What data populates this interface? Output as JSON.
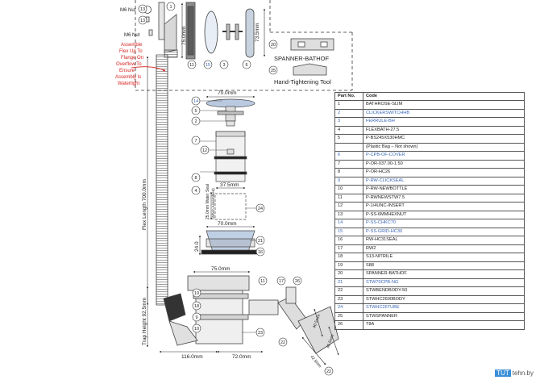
{
  "labels": {
    "m6_nut_a": "M6 Nut",
    "m6_nut_b": "M6 Nut",
    "dim_75_a": "75.0mm",
    "dim_75_b": "73.5mm",
    "assemble_note": [
      "Assemble",
      "Flex Up To",
      "Flange On",
      "Overflow To",
      "Ensure",
      "Assembly Is",
      "Watertight"
    ],
    "spanner": "SPANNER-BATHOF",
    "hand_tool": "Hand-Tightening Tool",
    "dim_70_top": "70.0mm",
    "dim_37_5": "37.5mm",
    "water_seal": "25.0mm Water Seal",
    "water_seal_sub": "(When Assembled)",
    "dim_70_mid": "70.0mm",
    "dim_24": "24.0",
    "dim_75_c": "75.0mm",
    "flex_length": "Flex Length 700.0mm",
    "trap_height": "Trap Height 92.5mm",
    "dim_116": "116.0mm",
    "dim_72": "72.0mm",
    "dim_40_5": "40.5mm",
    "dim_46_5": "46.5mm",
    "dim_42_5": "42.5mm"
  },
  "callouts": {
    "n13": "13",
    "n1": "1",
    "n11a": "11",
    "n15": "15",
    "n3": "3",
    "n6": "6",
    "n20": "20",
    "n25": "25",
    "n14": "14",
    "n5": "5",
    "n2": "2",
    "n7": "7",
    "n12": "12",
    "n8": "8",
    "n4": "4",
    "n24": "24",
    "n21": "21",
    "n16": "16",
    "n11b": "11",
    "n17": "17",
    "n26": "26",
    "n19": "19",
    "n18": "18",
    "n9": "9",
    "n10": "10",
    "n23": "23",
    "n22a": "22",
    "n22b": "22"
  },
  "parts": {
    "header": {
      "part_no": "Part No.",
      "code": "Code"
    },
    "rows": [
      {
        "no": "1",
        "code": "BATHROSE-SLIM",
        "blue": false
      },
      {
        "no": "2",
        "code": "CLICKERSWITCHHB",
        "blue": true
      },
      {
        "no": "3",
        "code": "FERRULE-BH",
        "blue": true
      },
      {
        "no": "4",
        "code": "FLEXBATH-27.5",
        "blue": false
      },
      {
        "no": "5",
        "code": "P-BS245X530HMC",
        "blue": false
      },
      {
        "no": "",
        "code": "(Plastic Bag – Not shown)",
        "blue": false
      },
      {
        "no": "6",
        "code": "P-CPB-OF-COVER",
        "blue": true
      },
      {
        "no": "7",
        "code": "P-OR-037.00-1.50",
        "blue": false
      },
      {
        "no": "8",
        "code": "P-OR-HC26",
        "blue": false
      },
      {
        "no": "9",
        "code": "P-RW-CLICKSEAL",
        "blue": true
      },
      {
        "no": "10",
        "code": "P-RW-NEWBOTTLE",
        "blue": false
      },
      {
        "no": "11",
        "code": "P-RWNEWSTW7.5",
        "blue": false
      },
      {
        "no": "12",
        "code": "P-1/4UNC-INSERT",
        "blue": false
      },
      {
        "no": "13",
        "code": "P-SS-6MMHEXNUT",
        "blue": false
      },
      {
        "no": "14",
        "code": "P-SS-CHKC70",
        "blue": true
      },
      {
        "no": "15",
        "code": "P-SS-GRID-HC30",
        "blue": true
      },
      {
        "no": "16",
        "code": "RW-HC31SEAL",
        "blue": false
      },
      {
        "no": "17",
        "code": "RW2",
        "blue": false
      },
      {
        "no": "18",
        "code": "S13-NITRILE",
        "blue": false
      },
      {
        "no": "19",
        "code": "S88",
        "blue": false
      },
      {
        "no": "20",
        "code": "SPANNER-BATHOF",
        "blue": false
      },
      {
        "no": "21",
        "code": "STW70CPB-NG",
        "blue": true
      },
      {
        "no": "22",
        "code": "STWBENDBODY-50",
        "blue": false
      },
      {
        "no": "23",
        "code": "STWHC2600BODY",
        "blue": false
      },
      {
        "no": "24",
        "code": "STWHC26TUBE",
        "blue": true
      },
      {
        "no": "25",
        "code": "STWSPANNER",
        "blue": false
      },
      {
        "no": "26",
        "code": "T8A",
        "blue": false
      }
    ]
  },
  "watermark": {
    "brand": "TUT",
    "domain": "tehn.by"
  },
  "colors": {
    "accent": "#3a66b8",
    "note": "#d4221e",
    "line": "#444444"
  }
}
